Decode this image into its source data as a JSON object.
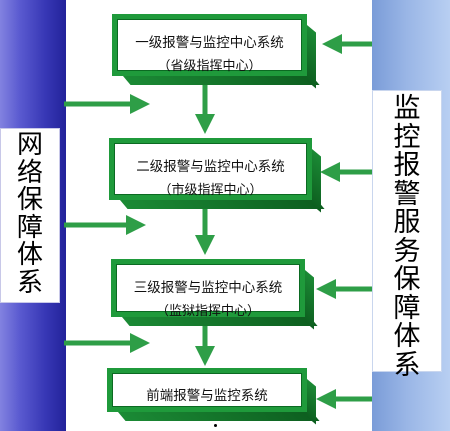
{
  "left_panel": {
    "chars": [
      "网",
      "络",
      "保",
      "障",
      "体",
      "系"
    ]
  },
  "right_panel": {
    "chars": [
      "监",
      "控",
      "报",
      "警",
      "服",
      "务",
      "保",
      "障",
      "体",
      "系"
    ]
  },
  "levels": [
    {
      "title": "一级报警与监控中心系统",
      "subtitle": "（省级指挥中心）"
    },
    {
      "title": "二级报警与监控中心系统",
      "subtitle": "（市级指挥中心）"
    },
    {
      "title": "三级报警与监控中心系统",
      "subtitle": "（监狱指挥中心）"
    },
    {
      "title": "前端报警与监控系统"
    }
  ],
  "colors": {
    "box_border": "#1f9a3b",
    "arrow": "#2e9e47",
    "left_bar": "#3a3ab8",
    "right_bar": "#a9c2ec"
  }
}
